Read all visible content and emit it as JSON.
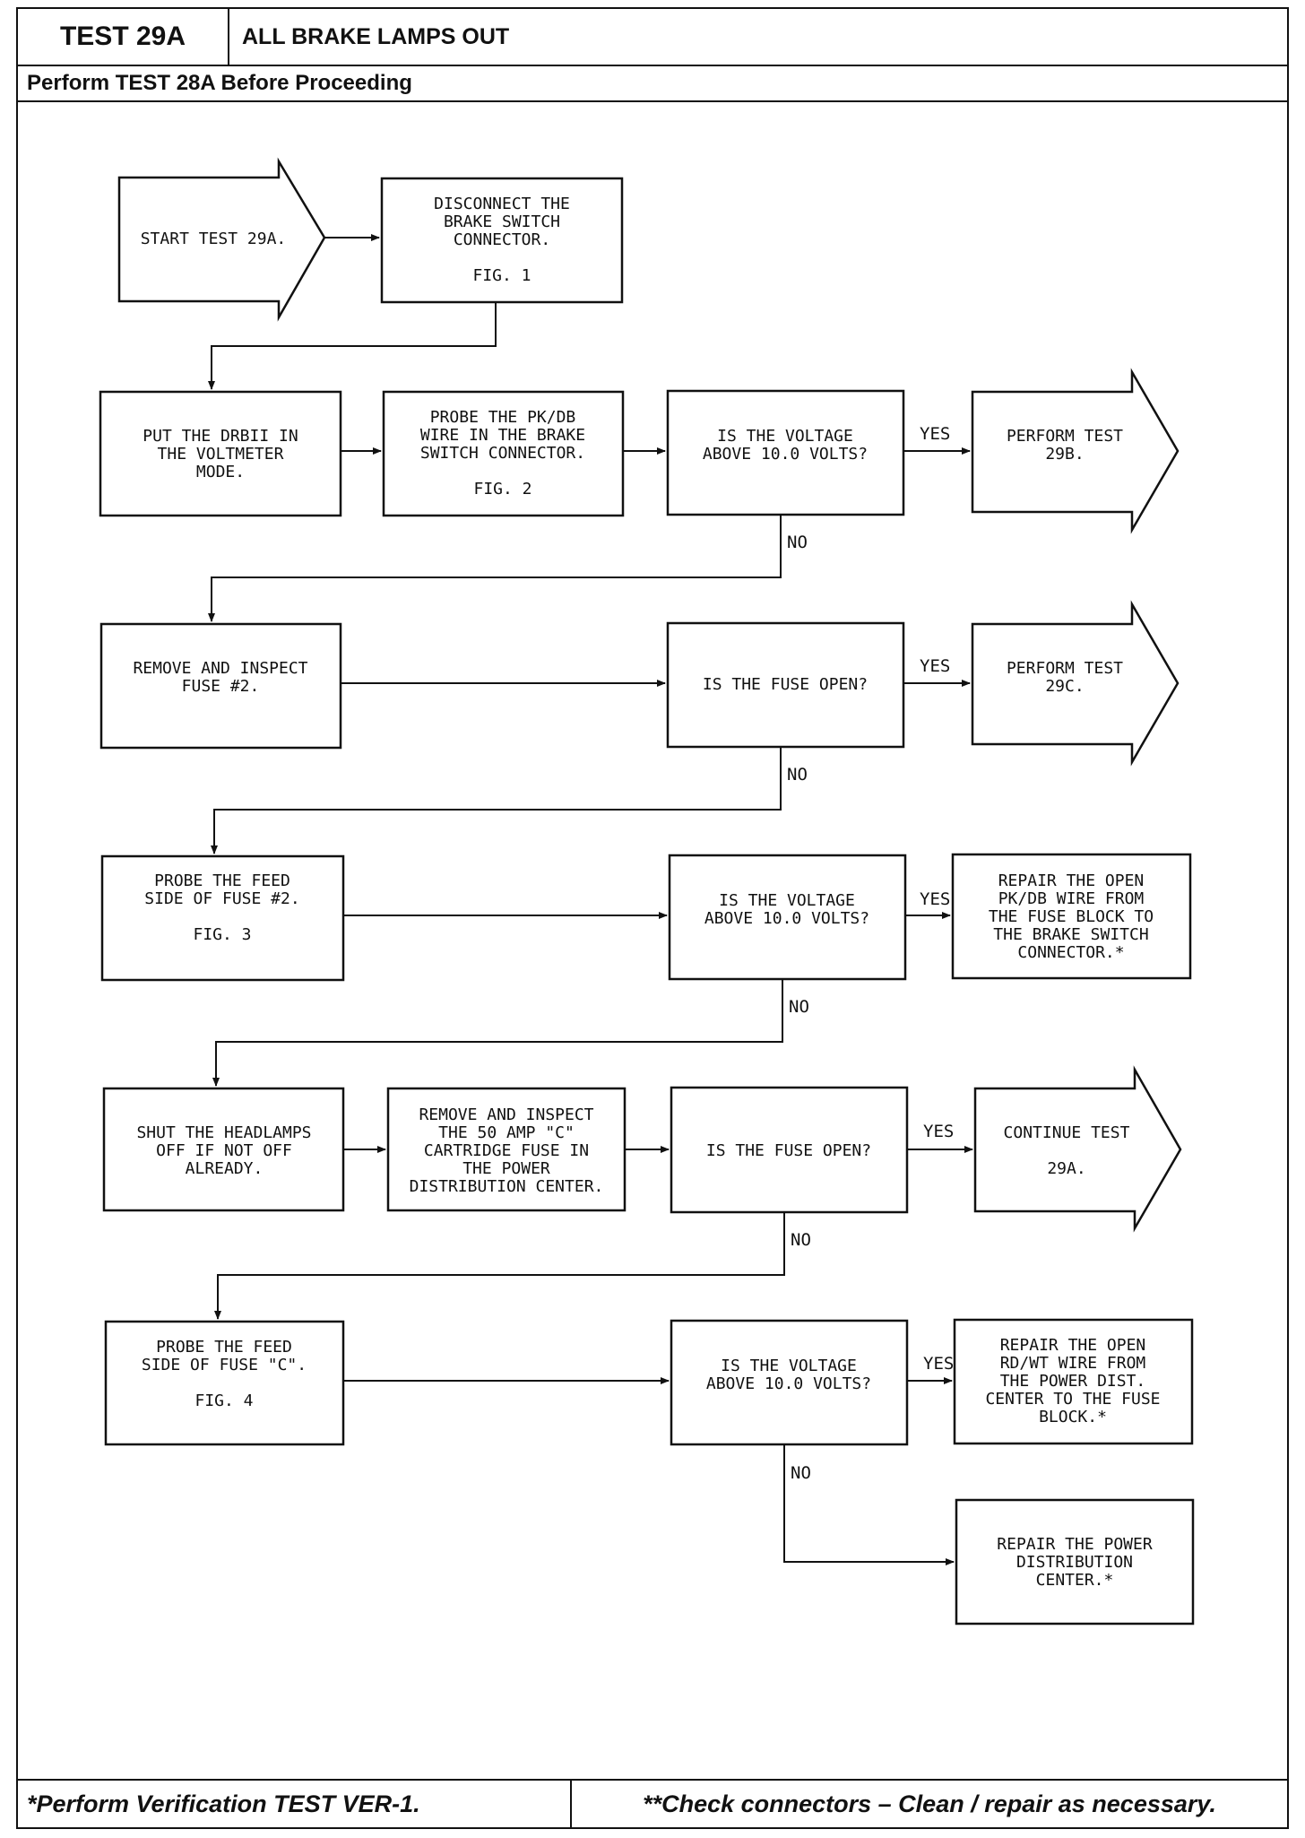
{
  "header": {
    "test_id": "TEST 29A",
    "title": "ALL BRAKE LAMPS OUT",
    "prerequisite": "Perform TEST 28A Before Proceeding"
  },
  "footer": {
    "left": "*Perform Verification TEST VER-1.",
    "right": "**Check connectors – Clean / repair as necessary."
  },
  "labels": {
    "yes": "YES",
    "no": "NO"
  },
  "nodes": {
    "start": [
      "START TEST 29A."
    ],
    "disconnect": [
      "DISCONNECT THE",
      "BRAKE SWITCH",
      "CONNECTOR.",
      "",
      "FIG. 1"
    ],
    "drbii": [
      "PUT THE DRBII IN",
      "THE VOLTMETER",
      "MODE."
    ],
    "probe_pkdb": [
      "PROBE THE PK/DB",
      "WIRE IN THE BRAKE",
      "SWITCH CONNECTOR.",
      "",
      "FIG. 2"
    ],
    "volt1": [
      "IS THE VOLTAGE",
      "ABOVE 10.0 VOLTS?"
    ],
    "perf29b": [
      "PERFORM TEST",
      "29B."
    ],
    "fuse2": [
      "REMOVE AND INSPECT",
      "FUSE #2."
    ],
    "fuseopen1": [
      "IS THE FUSE OPEN?"
    ],
    "perf29c": [
      "PERFORM TEST",
      "29C."
    ],
    "probe_feed2": [
      "PROBE THE FEED",
      "SIDE OF FUSE #2.",
      "",
      "FIG. 3"
    ],
    "volt2": [
      "IS THE VOLTAGE",
      "ABOVE 10.0 VOLTS?"
    ],
    "repair_pkdb": [
      "REPAIR THE OPEN",
      "PK/DB WIRE FROM",
      "THE FUSE BLOCK TO",
      "THE BRAKE SWITCH",
      "CONNECTOR.*"
    ],
    "headlamps": [
      "SHUT THE HEADLAMPS",
      "OFF IF NOT OFF",
      "ALREADY."
    ],
    "fuse50": [
      "REMOVE AND INSPECT",
      "THE 50 AMP \"C\"",
      "CARTRIDGE FUSE IN",
      "THE POWER",
      "DISTRIBUTION CENTER."
    ],
    "fuseopen2": [
      "IS THE FUSE OPEN?"
    ],
    "cont29a": [
      "CONTINUE TEST",
      "",
      "29A."
    ],
    "probe_feedc": [
      "PROBE THE FEED",
      "SIDE OF FUSE \"C\".",
      "",
      "FIG. 4"
    ],
    "volt3": [
      "IS THE VOLTAGE",
      "ABOVE 10.0 VOLTS?"
    ],
    "repair_rdwt": [
      "REPAIR THE OPEN",
      "RD/WT WIRE FROM",
      "THE POWER DIST.",
      "CENTER TO THE FUSE",
      "BLOCK.*"
    ],
    "repair_pdc": [
      "REPAIR THE POWER",
      "DISTRIBUTION",
      "CENTER.*"
    ]
  }
}
